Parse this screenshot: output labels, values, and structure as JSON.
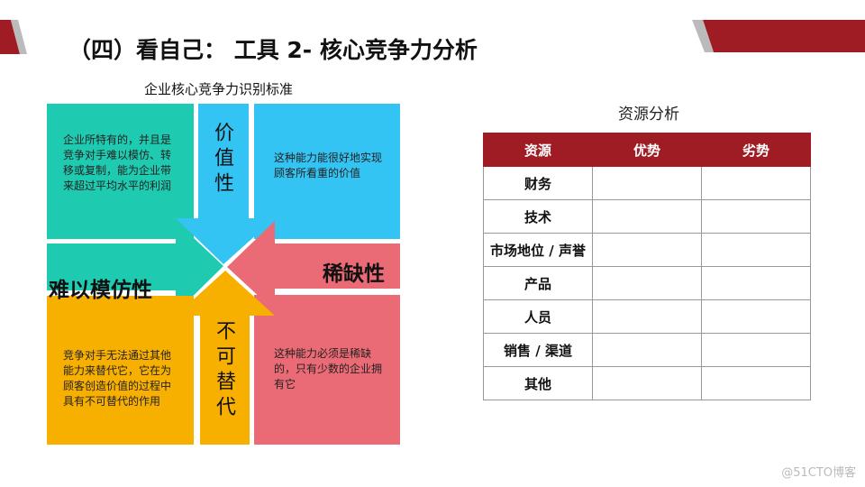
{
  "title": "（四）看自己： 工具 2- 核心竞争力分析",
  "diagram": {
    "caption": "企业核心竞争力识别标准",
    "colors": {
      "teal": "#1ECBB0",
      "blue": "#33C4F4",
      "pink": "#EA6B75",
      "orange": "#F8B000"
    },
    "value_label": "价值性",
    "value_desc": "这种能力能很好地实现顾客所看重的价值",
    "inimitable_label": "难以模仿性",
    "inimitable_desc": "企业所特有的，并且是竞争对手难以模仿、转移或复制，能为企业带来超过平均水平的利润",
    "rarity_label": "稀缺性",
    "rarity_desc": "这种能力必须是稀缺的，只有少数的企业拥有它",
    "nonsub_label": "不可替代",
    "nonsub_desc": "竞争对手无法通过其他能力来替代它，它在为顾客创造价值的过程中具有不可替代的作用"
  },
  "table": {
    "caption": "资源分析",
    "header_color": "#A01C24",
    "headers": [
      "资源",
      "优势",
      "劣势"
    ],
    "rows": [
      "财务",
      "技术",
      "市场地位 / 声誉",
      "产品",
      "人员",
      "销售 / 渠道",
      "其他"
    ]
  },
  "watermark": "@51CTO博客"
}
